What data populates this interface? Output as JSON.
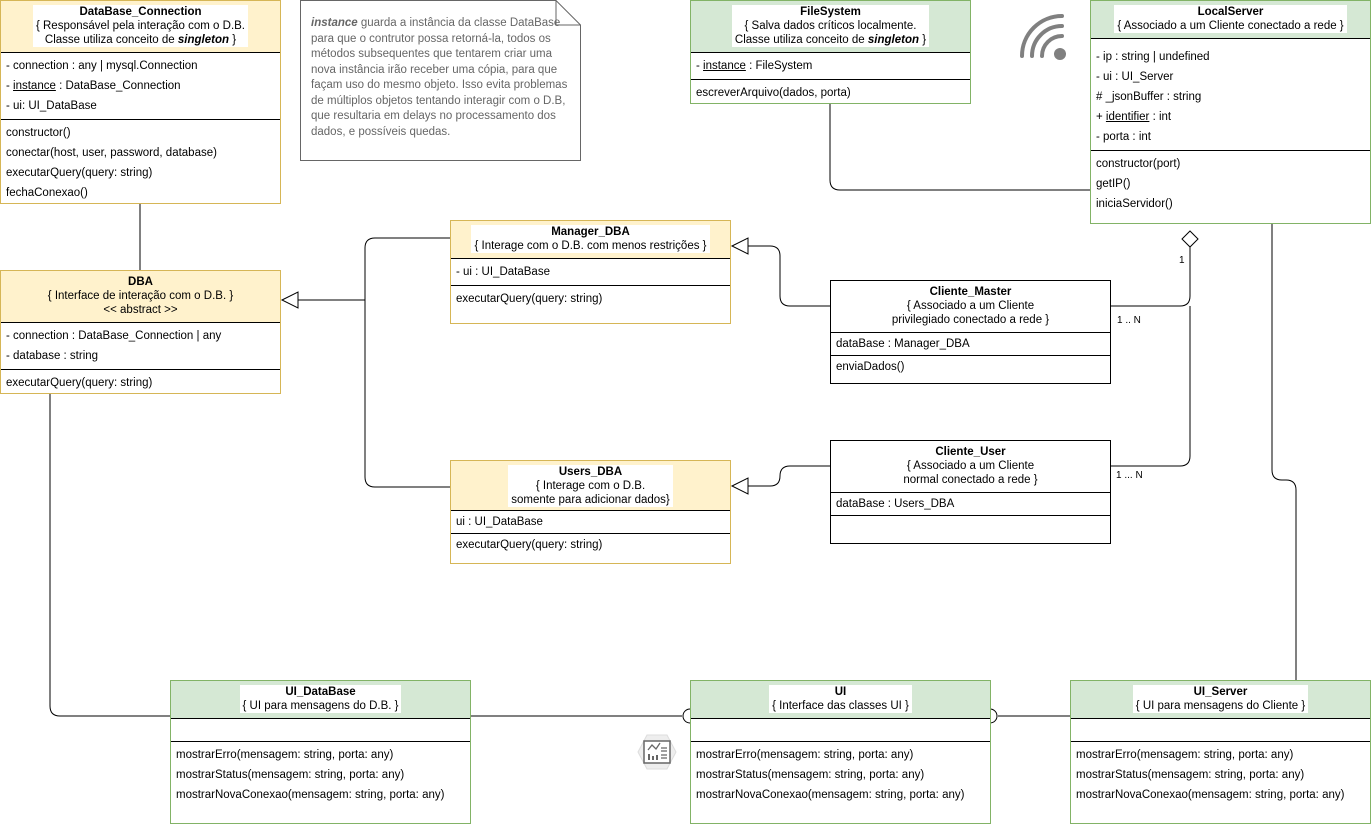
{
  "classes": {
    "database_connection": {
      "name": "DataBase_Connection",
      "desc_pre": "{ Responsável pela interação com o D.B.",
      "desc_line2_pre": "Classe utiliza conceito de ",
      "desc_line2_em": "singleton",
      "desc_line2_post": " }",
      "attributes": [
        "- connection : any | mysql.Connection",
        "- ",
        "instance",
        " : DataBase_Connection",
        "- ui: UI_DataBase"
      ],
      "methods": [
        "constructor()",
        "conectar(host, user, password, database)",
        "executarQuery(query: string)",
        "fechaConexao()"
      ]
    },
    "dba": {
      "name": "DBA",
      "desc": "{ Interface de interação com o D.B. }",
      "stereotype": "<< abstract >>",
      "attributes": [
        "- connection : DataBase_Connection | any",
        "- database : string"
      ],
      "methods": [
        "executarQuery(query: string)"
      ]
    },
    "manager_dba": {
      "name": "Manager_DBA",
      "desc": "{ Interage com o D.B. com menos restrições }",
      "attributes": [
        "- ui : UI_DataBase"
      ],
      "methods": [
        "executarQuery(query: string)"
      ]
    },
    "users_dba": {
      "name": "Users_DBA",
      "desc1": "{ Interage com o D.B.",
      "desc2": "somente para adicionar dados}",
      "attributes": [
        "ui : UI_DataBase"
      ],
      "methods": [
        "executarQuery(query: string)"
      ]
    },
    "filesystem": {
      "name": "FileSystem",
      "desc1": "{ Salva dados críticos localmente.",
      "desc2_pre": "Classe utiliza conceito de ",
      "desc2_em": "singleton",
      "desc2_post": " }",
      "attr_prefix": "- ",
      "attr_u": "instance",
      "attr_post": " : FileSystem",
      "methods": [
        "escreverArquivo(dados, porta)"
      ]
    },
    "localserver": {
      "name": "LocalServer",
      "desc": "{ Associado a um Cliente conectado a rede }",
      "attributes": [
        "- ip : string | undefined",
        "- ui : UI_Server",
        "# _jsonBuffer : string",
        "+ ",
        "identifier",
        " : int",
        "- porta : int"
      ],
      "methods": [
        "constructor(port)",
        "getIP()",
        "iniciaServidor()"
      ]
    },
    "cliente_master": {
      "name": "Cliente_Master",
      "desc1": "{ Associado a um Cliente",
      "desc2": "privilegiado conectado a rede }",
      "attributes": [
        "dataBase : Manager_DBA"
      ],
      "methods": [
        "enviaDados()"
      ]
    },
    "cliente_user": {
      "name": "Cliente_User",
      "desc1": "{ Associado a um Cliente",
      "desc2": "normal conectado a rede }",
      "attributes": [
        "dataBase : Users_DBA"
      ]
    },
    "ui_database": {
      "name": "UI_DataBase",
      "desc": "{ UI para mensagens do D.B. }",
      "methods": [
        "mostrarErro(mensagem: string, porta: any)",
        "mostrarStatus(mensagem: string, porta: any)",
        "mostrarNovaConexao(mensagem: string, porta: any)"
      ]
    },
    "ui": {
      "name": "UI",
      "desc": "{ Interface das classes UI }",
      "methods": [
        "mostrarErro(mensagem: string, porta: any)",
        "mostrarStatus(mensagem: string, porta: any)",
        "mostrarNovaConexao(mensagem: string, porta: any)"
      ]
    },
    "ui_server": {
      "name": "UI_Server",
      "desc": "{ UI para mensagens do Cliente }",
      "methods": [
        "mostrarErro(mensagem: string, porta: any)",
        "mostrarStatus(mensagem: string, porta: any)",
        "mostrarNovaConexao(mensagem: string, porta: any)"
      ]
    }
  },
  "note": {
    "em": "instance",
    "text": " guarda a instância da classe DataBase para que o contrutor possa retorná-la, todos os métodos subsequentes que tentarem criar uma nova instância irão receber uma cópia, para que façam uso do mesmo objeto. Isso evita problemas de múltiplos objetos tentando interagir com o D.B, que resultaria em delays no processamento dos dados, e possíveis quedas."
  },
  "multiplicities": {
    "aggregation": "1",
    "master": "1 .. N",
    "user": "1 ... N"
  },
  "colors": {
    "yellow_fill": "#fff2cc",
    "yellow_border": "#d6b656",
    "green_fill": "#d5e8d4",
    "green_border": "#82b366",
    "note_text": "#666666"
  },
  "icons": [
    "wifi-icon",
    "report-icon"
  ]
}
